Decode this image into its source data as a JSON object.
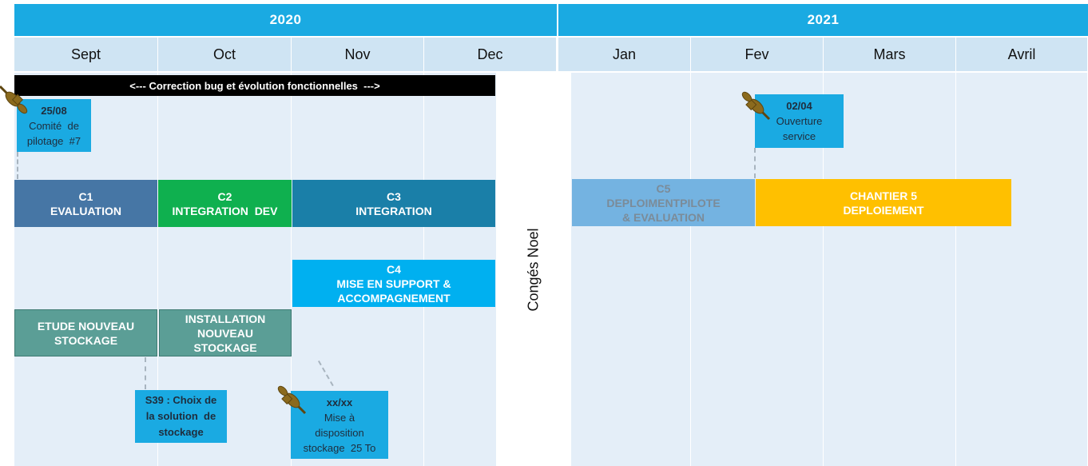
{
  "years": [
    "2020",
    "2021"
  ],
  "months": [
    "Sept",
    "Oct",
    "Nov",
    "Dec",
    "Jan",
    "Fev",
    "Mars",
    "Avril"
  ],
  "banner": "<--- Correction bug et évolution fonctionnelles  --->",
  "holiday": "Congés Noel",
  "bars": {
    "c1": [
      "C1",
      "EVALUATION"
    ],
    "c2": [
      "C2",
      "INTEGRATION  DEV"
    ],
    "c3": [
      "C3",
      "INTEGRATION"
    ],
    "c4": [
      "C4",
      "MISE EN SUPPORT &",
      "ACCOMPAGNEMENT"
    ],
    "c5": [
      "C5",
      "DEPLOIMENTPILOTE",
      "& EVALUATION"
    ],
    "ch5": [
      "CHANTIER 5",
      "DEPLOIEMENT"
    ],
    "etude": [
      "ETUDE NOUVEAU",
      "STOCKAGE"
    ],
    "install": [
      "INSTALLATION",
      "NOUVEAU",
      "STOCKAGE"
    ]
  },
  "notes": {
    "comite": {
      "title": "25/08",
      "lines": [
        "Comité  de",
        "pilotage  #7"
      ]
    },
    "ouverture": {
      "title": "02/04",
      "lines": [
        "Ouverture",
        "service"
      ]
    },
    "choix": {
      "lines": [
        "S39 : Choix de",
        "la solution  de",
        "stockage"
      ]
    },
    "mise": {
      "title": "xx/xx",
      "lines": [
        "Mise à",
        "disposition",
        "stockage  25 To"
      ]
    }
  },
  "colors": {
    "year_header": "#1aaae2",
    "month_header": "#cfe4f3",
    "column": "#e4eef8",
    "c1": "#4676a5",
    "c2": "#0fb04f",
    "c3": "#1a7fa8",
    "c4": "#00b0f0",
    "c5": "#74b3e1",
    "ch5": "#ffc000",
    "etude": "#5b9e96",
    "pin": "#8b6a1d"
  },
  "icons": [
    "pushpin-icon"
  ]
}
